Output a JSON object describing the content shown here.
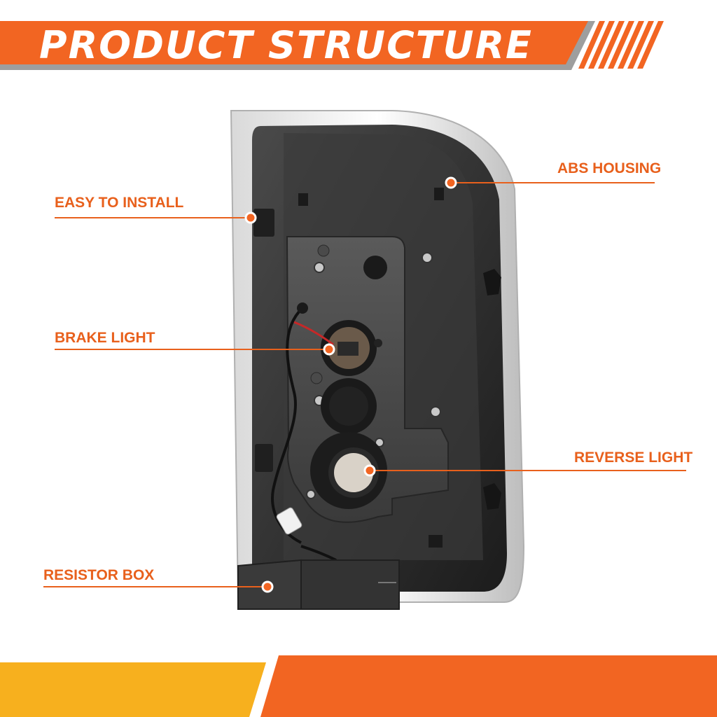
{
  "title": "PRODUCT STRUCTURE",
  "colors": {
    "accent": "#f26522",
    "gray": "#9e9e9e",
    "yellow": "#f7b01e"
  },
  "callouts": {
    "abs_housing": "ABS HOUSING",
    "easy_install": "EASY TO INSTALL",
    "brake_light": "BRAKE LIGHT",
    "reverse_light": "REVERSE LIGHT",
    "resistor_box": "RESISTOR BOX"
  }
}
